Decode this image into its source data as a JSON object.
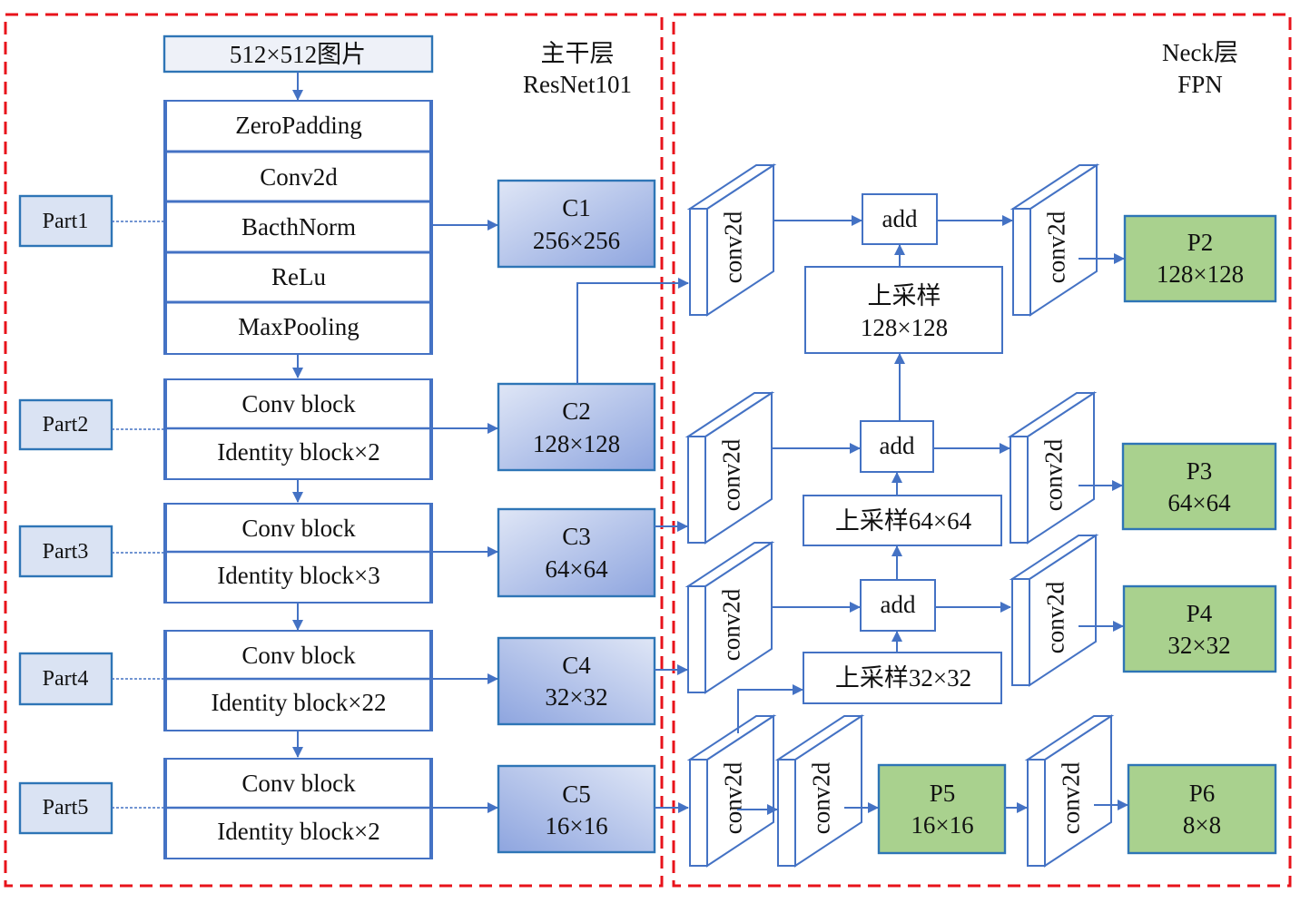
{
  "backbone": {
    "title": "主干层",
    "subtitle": "ResNet101",
    "input": "512×512图片",
    "stem": [
      "ZeroPadding",
      "Conv2d",
      "BacthNorm",
      "ReLu",
      "MaxPooling"
    ],
    "parts": [
      "Part1",
      "Part2",
      "Part3",
      "Part4",
      "Part5"
    ],
    "stages": [
      {
        "conv": "Conv block",
        "identity": "Identity block×2"
      },
      {
        "conv": "Conv block",
        "identity": "Identity block×3"
      },
      {
        "conv": "Conv block",
        "identity": "Identity block×22"
      },
      {
        "conv": "Conv block",
        "identity": "Identity block×2"
      }
    ],
    "outputs": [
      {
        "name": "C1",
        "size": "256×256"
      },
      {
        "name": "C2",
        "size": "128×128"
      },
      {
        "name": "C3",
        "size": "64×64"
      },
      {
        "name": "C4",
        "size": "32×32"
      },
      {
        "name": "C5",
        "size": "16×16"
      }
    ]
  },
  "neck": {
    "title": "Neck层",
    "subtitle": "FPN",
    "conv_label": "conv2d",
    "add_label": "add",
    "upsample": [
      {
        "label": "上采样",
        "size": "128×128"
      },
      {
        "label": "上采样64×64"
      },
      {
        "label": "上采样32×32"
      }
    ],
    "outputs": [
      {
        "name": "P2",
        "size": "128×128"
      },
      {
        "name": "P3",
        "size": "64×64"
      },
      {
        "name": "P4",
        "size": "32×32"
      },
      {
        "name": "P5",
        "size": "16×16"
      },
      {
        "name": "P6",
        "size": "8×8"
      }
    ]
  },
  "colors": {
    "accent": "#4472c4",
    "box_stroke": "#2e75b6",
    "frame": "#e8131b",
    "part_fill": "#dae3f3",
    "input_fill": "#eef1f8",
    "p_fill": "#a9d18e",
    "c_light": "#dfe6f6",
    "c_dark": "#8ea5df"
  }
}
